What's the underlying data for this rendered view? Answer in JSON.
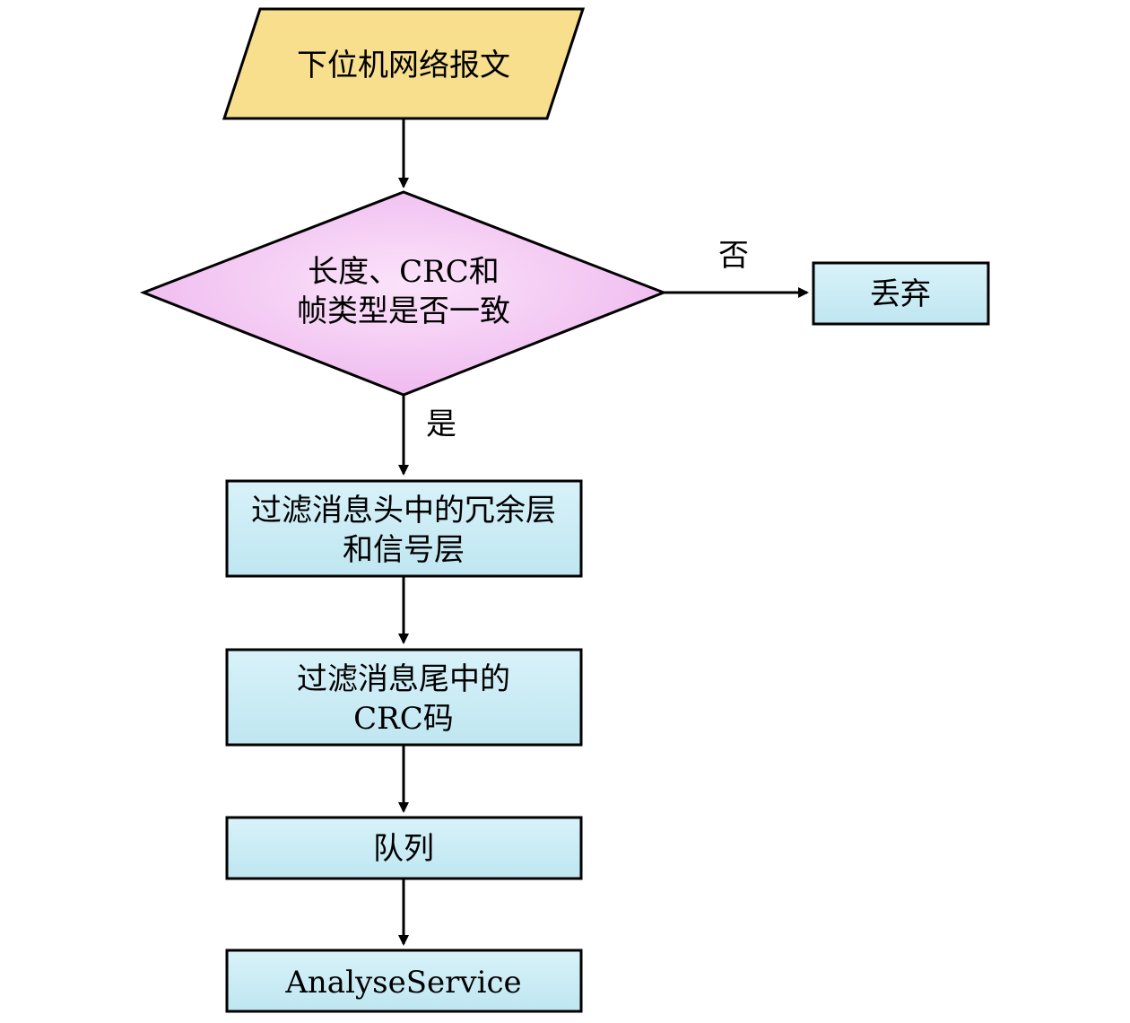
{
  "nodes": {
    "input": {
      "lines": [
        "下位机网络报文"
      ]
    },
    "decision": {
      "lines": [
        "长度、CRC和",
        "帧类型是否一致"
      ]
    },
    "discard": {
      "lines": [
        "丢弃"
      ]
    },
    "filter_header": {
      "lines": [
        "过滤消息头中的冗余层",
        "和信号层"
      ]
    },
    "filter_tail": {
      "lines": [
        "过滤消息尾中的",
        "CRC码"
      ]
    },
    "queue": {
      "lines": [
        "队列"
      ]
    },
    "analyse": {
      "lines": [
        "AnalyseService"
      ]
    }
  },
  "edges": {
    "no_label": "否",
    "yes_label": "是"
  },
  "colors": {
    "input_fill": "#F7DF8E",
    "decision_fill_outer": "#EEB7EE",
    "decision_fill_inner": "#FBE3FA",
    "box_fill_top": "#D8F2F9",
    "box_fill_bottom": "#BFE6F1",
    "stroke": "#000000"
  }
}
